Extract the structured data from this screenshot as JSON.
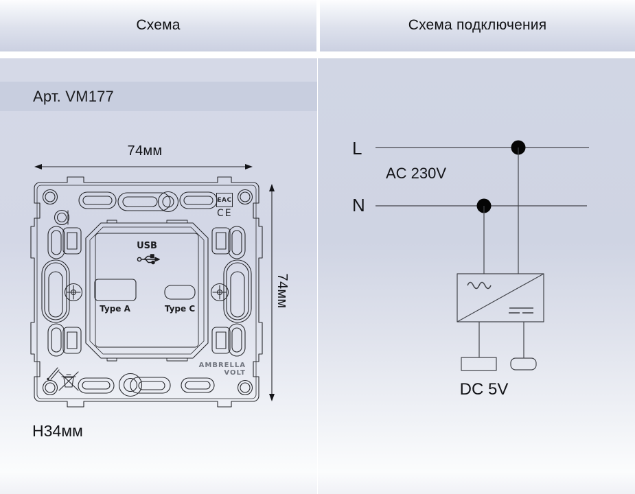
{
  "tabs": {
    "left": "Схема",
    "right": "Схема подключения"
  },
  "left_panel": {
    "article": "Арт. VM177",
    "dimensions": {
      "width": "74мм",
      "height": "74мм",
      "depth": "H34мм"
    },
    "device": {
      "usb": "USB",
      "port_type_a": "Type A",
      "port_type_c": "Type C",
      "brand_line1": "AMBRELLA",
      "brand_line2": "VOLT",
      "cert_eac": "EAC",
      "cert_ce": "CE"
    }
  },
  "right_panel": {
    "line_live": "L",
    "line_neutral": "N",
    "input_voltage": "AC 230V",
    "output_voltage": "DC 5V"
  },
  "colors": {
    "panel_top": "#d4d8e6",
    "article_band": "#c8cedf",
    "drawing_line": "#26272b",
    "wiring_line": "#43454b",
    "junction_dot": "#050505"
  }
}
